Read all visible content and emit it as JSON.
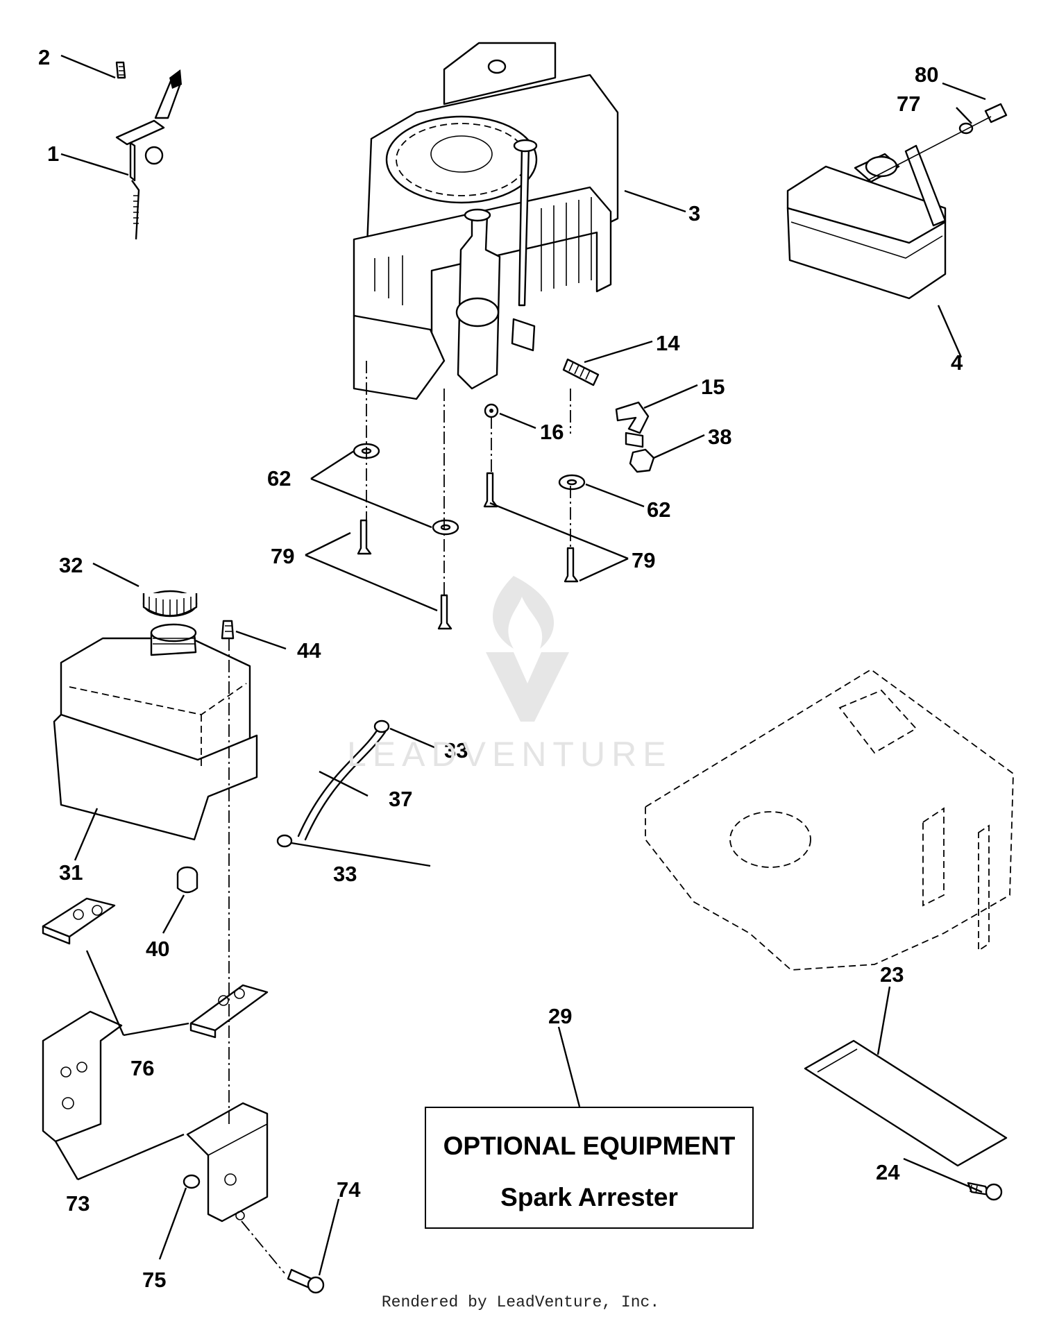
{
  "callouts": [
    {
      "id": "c1",
      "label": "1"
    },
    {
      "id": "c2",
      "label": "2"
    },
    {
      "id": "c3",
      "label": "3"
    },
    {
      "id": "c4",
      "label": "4"
    },
    {
      "id": "c14",
      "label": "14"
    },
    {
      "id": "c15",
      "label": "15"
    },
    {
      "id": "c16",
      "label": "16"
    },
    {
      "id": "c38",
      "label": "38"
    },
    {
      "id": "c62a",
      "label": "62"
    },
    {
      "id": "c62b",
      "label": "62"
    },
    {
      "id": "c79a",
      "label": "79"
    },
    {
      "id": "c79b",
      "label": "79"
    },
    {
      "id": "c77",
      "label": "77"
    },
    {
      "id": "c80",
      "label": "80"
    },
    {
      "id": "c32",
      "label": "32"
    },
    {
      "id": "c44",
      "label": "44"
    },
    {
      "id": "c33a",
      "label": "33"
    },
    {
      "id": "c33b",
      "label": "33"
    },
    {
      "id": "c37",
      "label": "37"
    },
    {
      "id": "c31",
      "label": "31"
    },
    {
      "id": "c40",
      "label": "40"
    },
    {
      "id": "c76",
      "label": "76"
    },
    {
      "id": "c73",
      "label": "73"
    },
    {
      "id": "c75",
      "label": "75"
    },
    {
      "id": "c74",
      "label": "74"
    },
    {
      "id": "c29",
      "label": "29"
    },
    {
      "id": "c23",
      "label": "23"
    },
    {
      "id": "c24",
      "label": "24"
    }
  ],
  "optional_box": {
    "title": "OPTIONAL EQUIPMENT",
    "subtitle": "Spark Arrester"
  },
  "watermark": "LEADVENTURE",
  "footer": "Rendered by LeadVenture, Inc."
}
